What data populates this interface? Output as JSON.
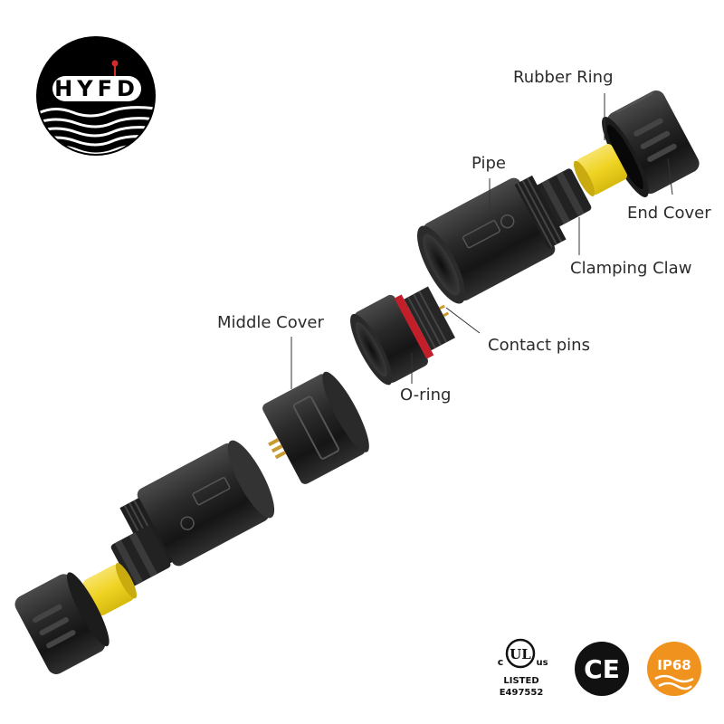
{
  "brand": {
    "logo_text": "HYFD"
  },
  "labels": {
    "rubber_ring": "Rubber Ring",
    "end_cover": "End Cover",
    "pipe": "Pipe",
    "clamping_claw": "Clamping Claw",
    "middle_cover": "Middle Cover",
    "contact_pins": "Contact pins",
    "o_ring": "O-ring"
  },
  "certifications": {
    "ul_c": "c",
    "ul_mark": "UL",
    "ul_us": "us",
    "ul_listed": "LISTED",
    "ul_number": "E497552",
    "ce": "CE",
    "ip": "IP68"
  },
  "colors": {
    "body": "#242424",
    "rubber": "#f2d72a",
    "o_ring": "#c21f2a",
    "pin_gold": "#c99a2e",
    "ip_orange": "#f0921e"
  }
}
